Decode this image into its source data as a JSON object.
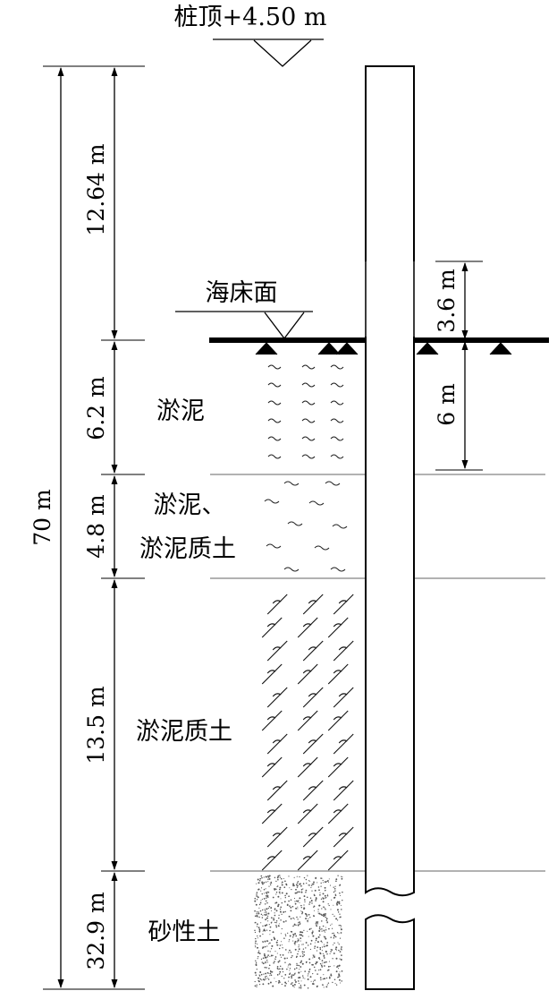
{
  "pile_top": {
    "label": "桩顶+4.50 m"
  },
  "seabed": {
    "label": "海床面"
  },
  "dimensions": {
    "total": "70 m",
    "above_seabed": "12.64 m",
    "layer1": "6.2 m",
    "layer2": "4.8 m",
    "layer3": "13.5 m",
    "layer4": "32.9 m",
    "scour_up": "3.6 m",
    "scour_down": "6 m"
  },
  "layers": [
    {
      "name": "淤泥",
      "thickness_m": 6.2
    },
    {
      "name_line1": "淤泥、",
      "name_line2": "淤泥质土",
      "thickness_m": 4.8
    },
    {
      "name": "淤泥质土",
      "thickness_m": 13.5
    },
    {
      "name": "砂性土",
      "thickness_m": 32.9
    }
  ],
  "colors": {
    "line": "#000000",
    "thin_line": "#555555"
  }
}
